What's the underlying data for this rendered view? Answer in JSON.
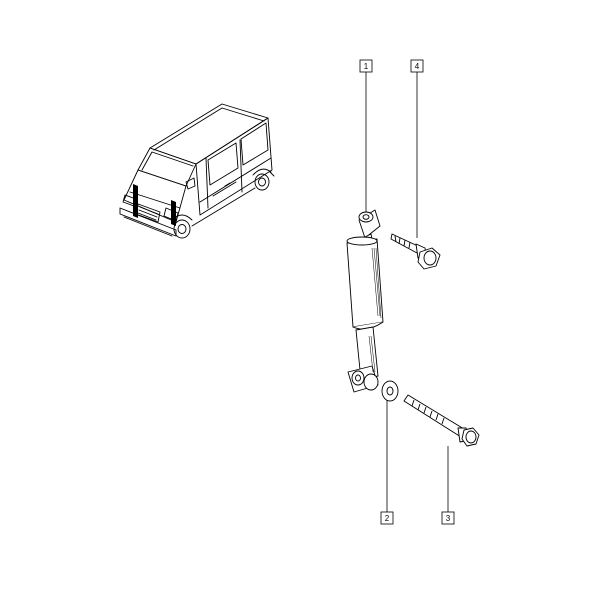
{
  "callouts": [
    {
      "id": "1",
      "label": "1"
    },
    {
      "id": "2",
      "label": "2"
    },
    {
      "id": "3",
      "label": "3"
    },
    {
      "id": "4",
      "label": "4"
    }
  ],
  "colors": {
    "line": "#000000",
    "background": "#ffffff",
    "marker": "#000000"
  }
}
